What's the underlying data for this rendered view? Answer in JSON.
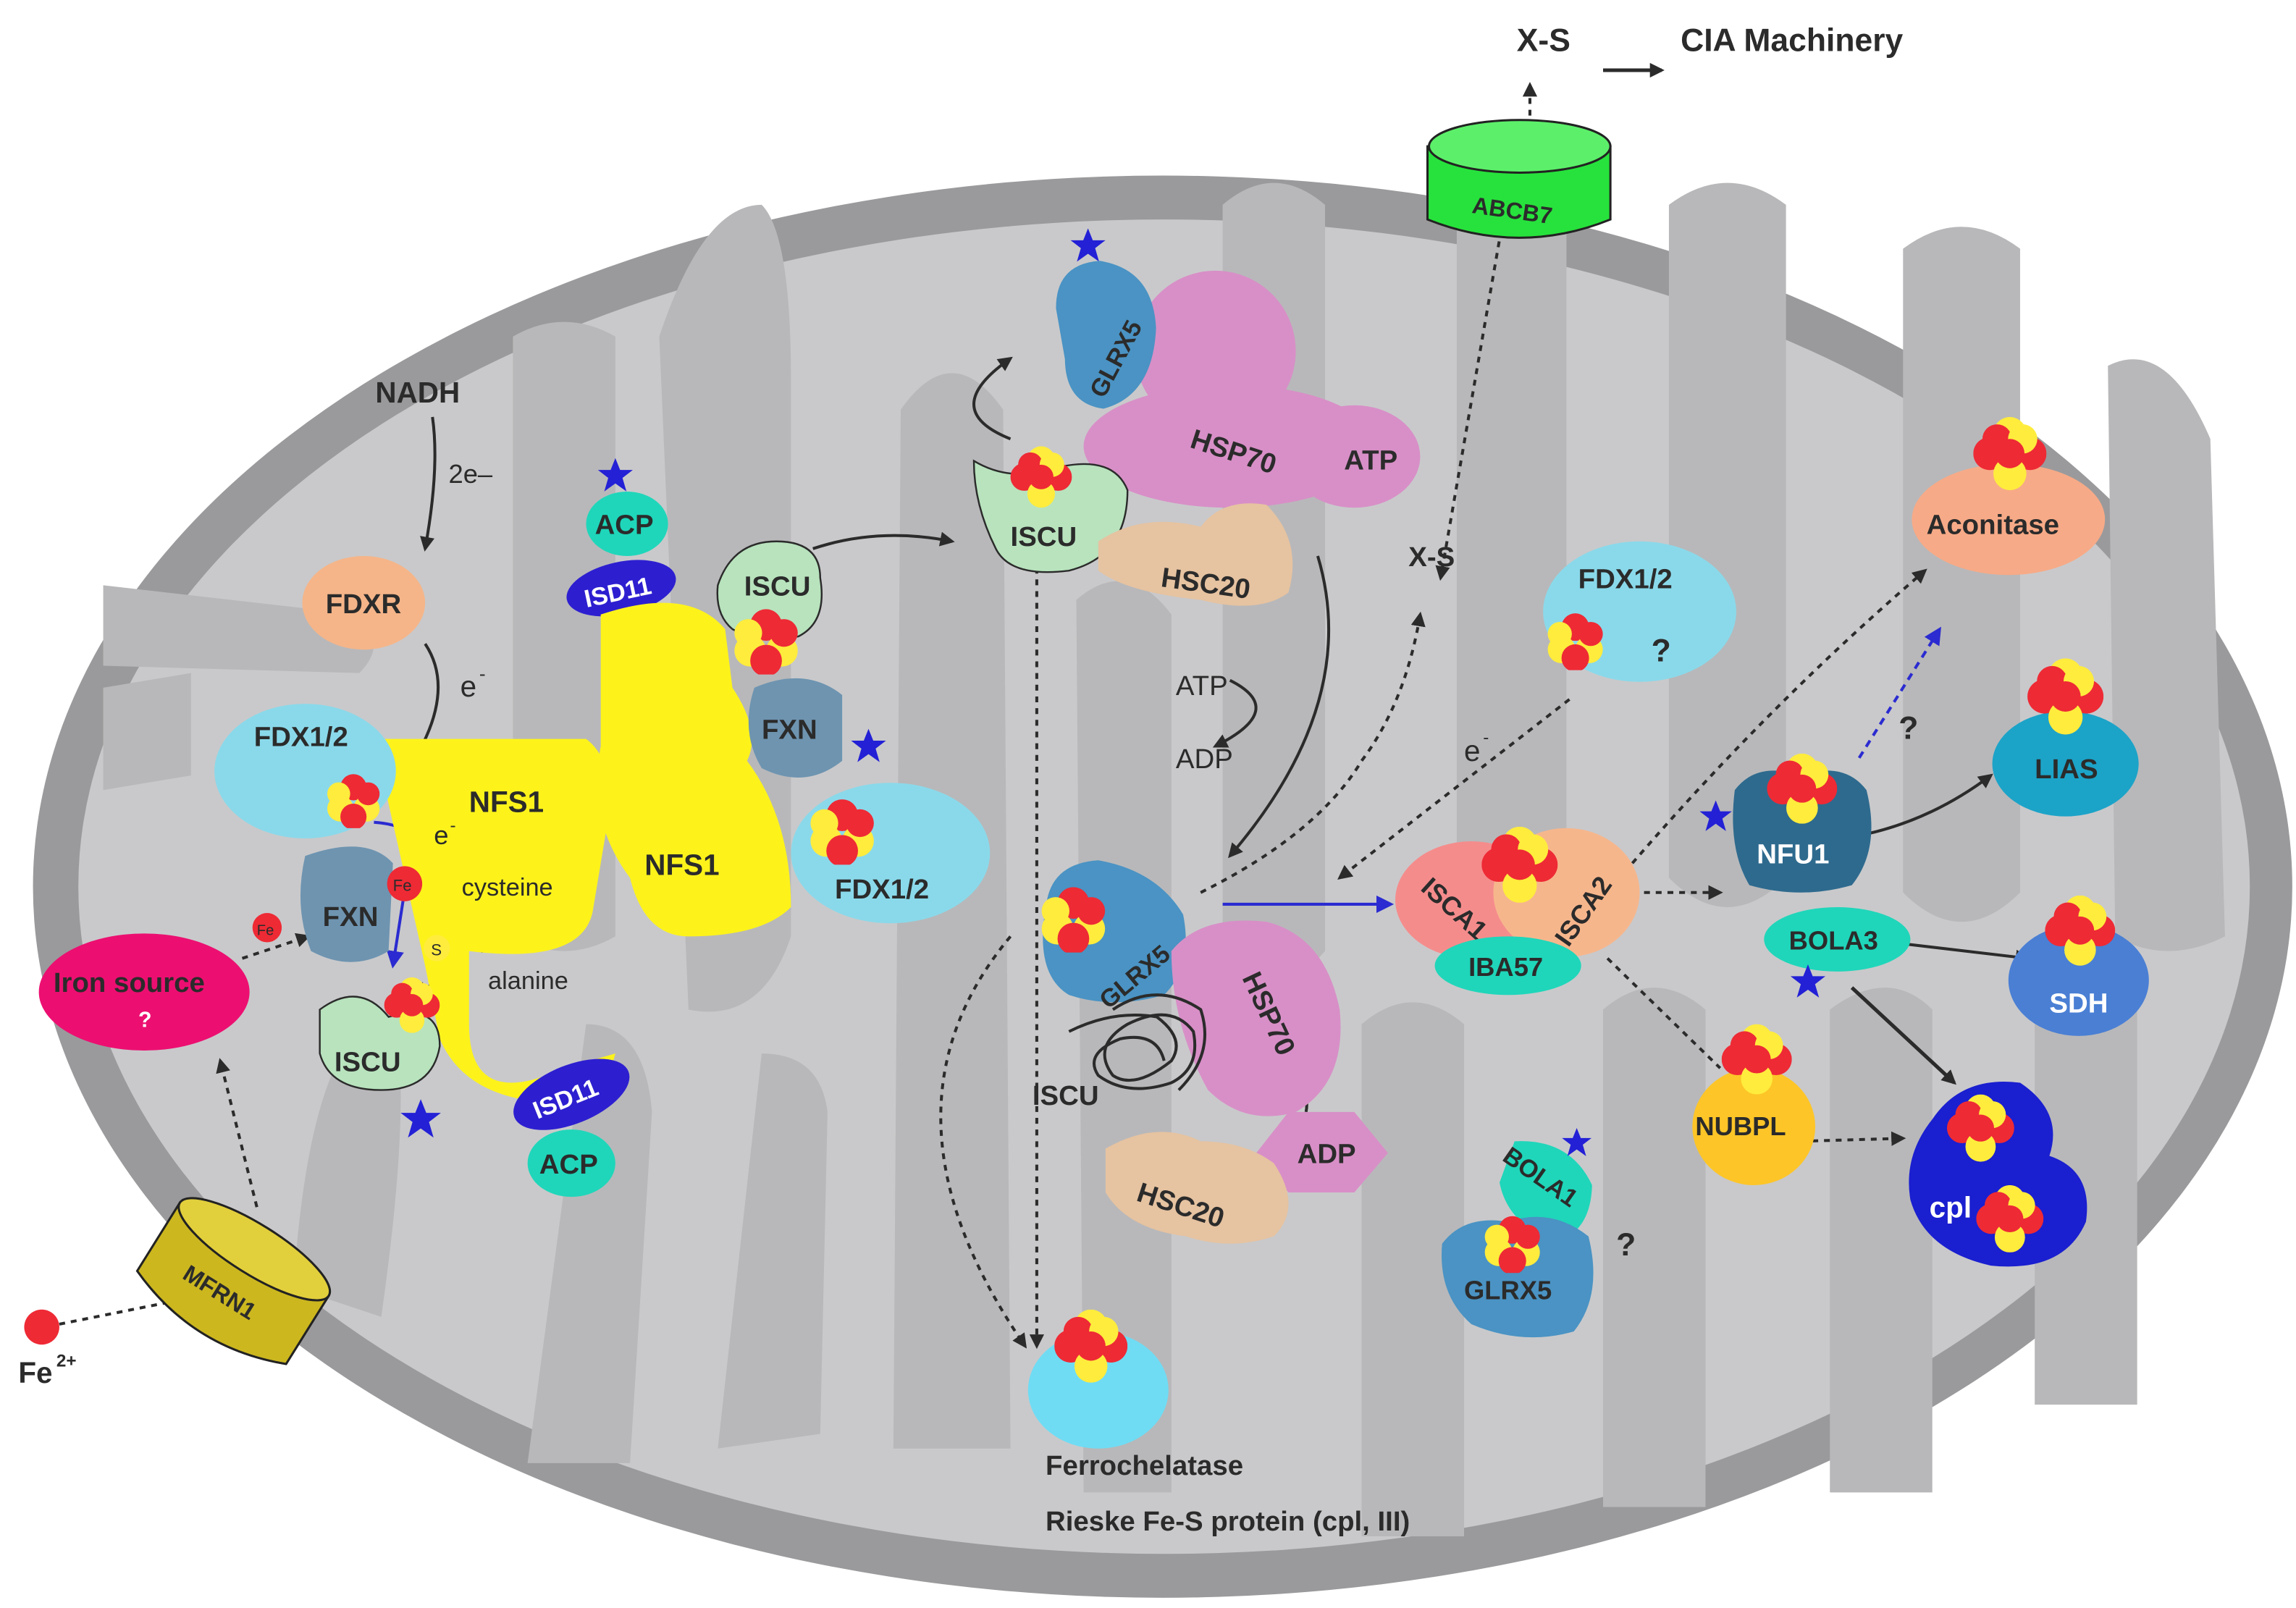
{
  "title": "",
  "colors": {
    "outer_membrane": "#9a9a9c",
    "matrix": "#c9c9cb",
    "cristae": "#b8b8ba",
    "cluster_red": "#ee2a35",
    "cluster_yellow": "#ffec3d",
    "nfs1": "#fdf31b",
    "fdx": "#8ad9ea",
    "fxn": "#6e94b0",
    "iscu": "#b8e3bd",
    "acp": "#1fd6ba",
    "isd11": "#2d1fd0",
    "hsp70": "#d88fc7",
    "hsc20": "#e6c3a1",
    "glrx5": "#4a93c4",
    "abcb7": "#27e23c",
    "mfrn1": "#ccb71f",
    "iron_source": "#ec0f71",
    "star": "#2320d6",
    "arrow_blue": "#2b2bd1"
  },
  "top": {
    "xs": "X-S",
    "cia": "CIA Machinery",
    "abcb7": "ABCB7"
  },
  "left": {
    "nadh": "NADH",
    "two_e": "2e–",
    "fdxr": "FDXR",
    "e1": "e",
    "minus": "-",
    "fdx12": "FDX1/2",
    "fxn": "FXN",
    "fe_small": "Fe",
    "fe_big": "Fe",
    "e2": "e",
    "cysteine": "cysteine",
    "s": "S",
    "alanine": "alanine",
    "iscu": "ISCU",
    "iron_source": "Iron source",
    "q": "?",
    "mfrn1": "MFRN1",
    "fe2": "Fe",
    "fe2_sup": "2+"
  },
  "center_left": {
    "acp_top": "ACP",
    "isd11_top": "ISD11",
    "nfs1_left": "NFS1",
    "nfs1_right": "NFS1",
    "iscu": "ISCU",
    "fxn": "FXN",
    "fdx12": "FDX1/2",
    "isd11_bot": "ISD11",
    "acp_bot": "ACP"
  },
  "center": {
    "glrx5_top": "GLRX5",
    "hsp70_top": "HSP70",
    "atp_top": "ATP",
    "iscu_top": "ISCU",
    "hsc20_top": "HSC20",
    "atp": "ATP",
    "adp": "ADP",
    "glrx5_mid": "GLRX5",
    "hsp70_mid": "HSP70",
    "iscu_mid": "ISCU",
    "adp_hex": "ADP",
    "hsc20_mid": "HSC20",
    "ferrochelatase": "Ferrochelatase",
    "rieske": "Rieske Fe-S protein (cpl, III)"
  },
  "right": {
    "xs": "X-S",
    "fdx12": "FDX1/2",
    "q1": "?",
    "e": "e",
    "minus": "-",
    "isca1": "ISCA1",
    "isca2": "ISCA2",
    "iba57": "IBA57",
    "aconitase": "Aconitase",
    "q2": "?",
    "lias": "LIAS",
    "nfu1": "NFU1",
    "bola3": "BOLA3",
    "sdh": "SDH",
    "nubpl": "NUBPL",
    "cpl": "cpl",
    "bola1": "BOLA1",
    "glrx5": "GLRX5",
    "q3": "?"
  }
}
